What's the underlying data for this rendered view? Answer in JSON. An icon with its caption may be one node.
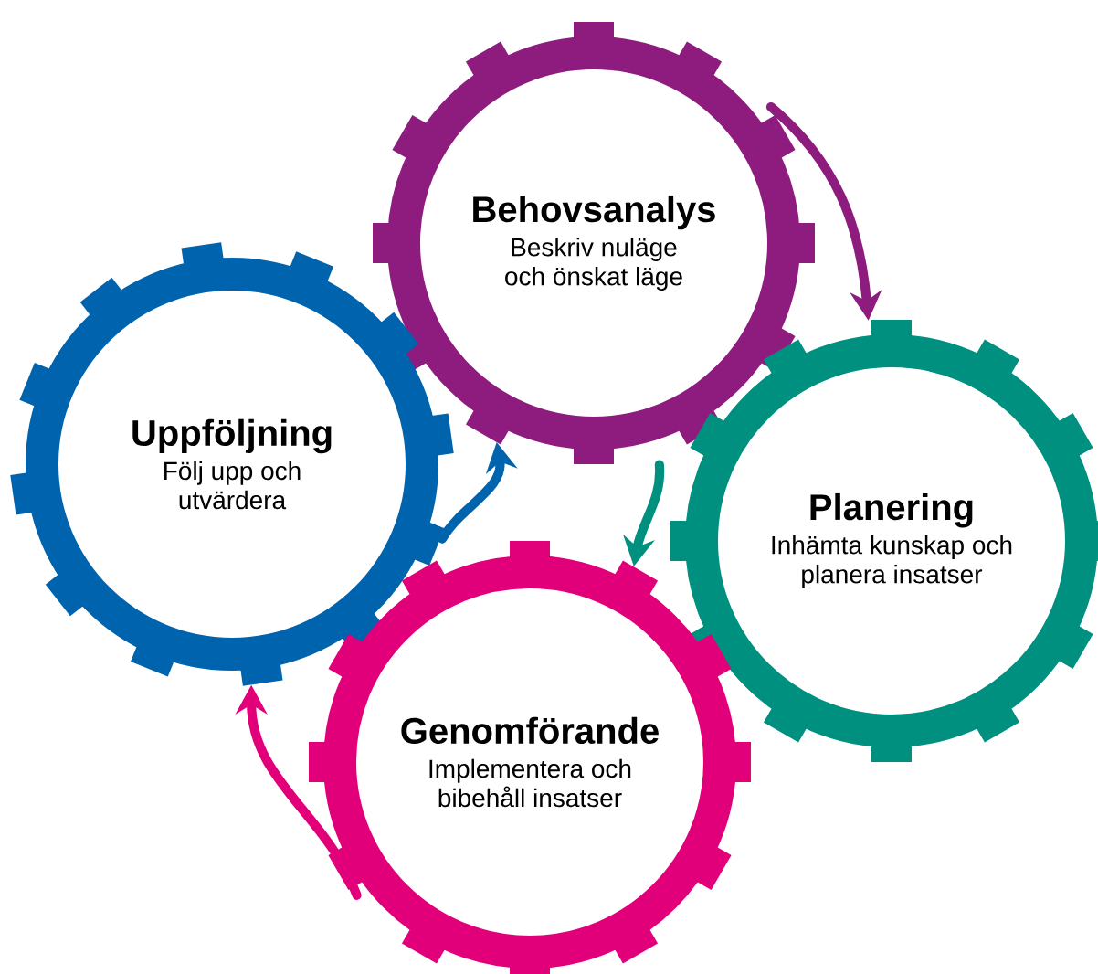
{
  "diagram": {
    "nodes": [
      {
        "text": [
          "Behovsanalys",
          "Beskriv nuläge och önskat läge"
        ]
      },
      {
        "text": [
          "Uppföljning",
          "Följ upp och utvärdera"
        ]
      },
      {
        "text": [
          "Planering",
          "Inhämta kunskap och planera insatser"
        ]
      },
      {
        "text": [
          "Genomförande",
          "Implementera och bibehåll insatser"
        ]
      }
    ],
    "edges": [
      {
        "from": 0,
        "to": 2,
        "arrow": "to",
        "color": "#8e1c7f"
      },
      {
        "from": 0,
        "to": 3,
        "arrow": "to",
        "color": "#00907f"
      },
      {
        "from": 3,
        "to": 1,
        "arrow": "to",
        "color": "#e2007a"
      },
      {
        "from": 1,
        "to": 0,
        "arrow": "to",
        "color": "#0063ad"
      }
    ]
  }
}
